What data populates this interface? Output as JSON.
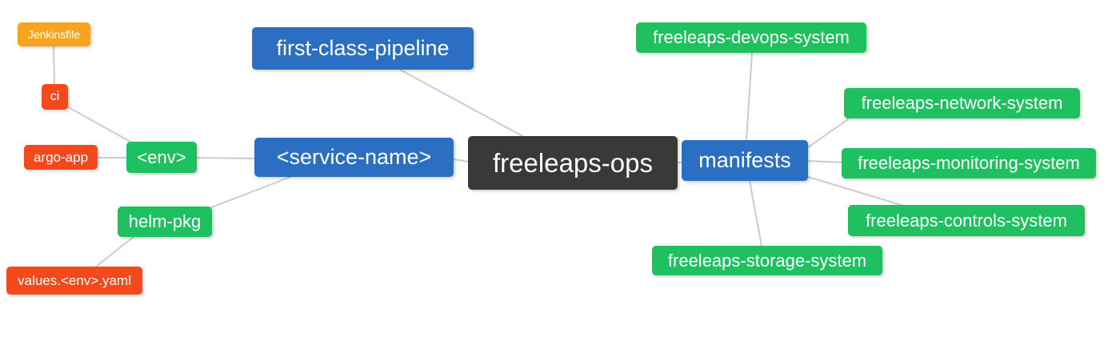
{
  "mindmap": {
    "nodes": {
      "freeleaps_ops": {
        "label": "freeleaps-ops",
        "color": "#3B3838",
        "role": "root"
      },
      "first_class_pipeline": {
        "label": "first-class-pipeline",
        "color": "#2A6FC2",
        "role": "branch"
      },
      "service_name": {
        "label": "<service-name>",
        "color": "#2A6FC2",
        "role": "branch"
      },
      "manifests": {
        "label": "manifests",
        "color": "#2A6FC2",
        "role": "branch"
      },
      "env": {
        "label": "<env>",
        "color": "#1FC05F",
        "role": "leaf"
      },
      "helm_pkg": {
        "label": "helm-pkg",
        "color": "#1FC05F",
        "role": "leaf"
      },
      "ci": {
        "label": "ci",
        "color": "#F4491D",
        "role": "leaf"
      },
      "argo_app": {
        "label": "argo-app",
        "color": "#F4491D",
        "role": "leaf"
      },
      "values_env_yaml": {
        "label": "values.<env>.yaml",
        "color": "#F4491D",
        "role": "leaf"
      },
      "jenkinsfile": {
        "label": "Jenkinsfile",
        "color": "#F7A521",
        "role": "leaf"
      },
      "devops_system": {
        "label": "freeleaps-devops-system",
        "color": "#1FC05F",
        "role": "leaf"
      },
      "network_system": {
        "label": "freeleaps-network-system",
        "color": "#1FC05F",
        "role": "leaf"
      },
      "monitoring_system": {
        "label": "freeleaps-monitoring-system",
        "color": "#1FC05F",
        "role": "leaf"
      },
      "controls_system": {
        "label": "freeleaps-controls-system",
        "color": "#1FC05F",
        "role": "leaf"
      },
      "storage_system": {
        "label": "freeleaps-storage-system",
        "color": "#1FC05F",
        "role": "leaf"
      }
    },
    "connections": [
      {
        "from": "Jenkinsfile",
        "to": "ci"
      },
      {
        "from": "ci",
        "to": "<env>"
      },
      {
        "from": "argo-app",
        "to": "<env>"
      },
      {
        "from": "<env>",
        "to": "<service-name>"
      },
      {
        "from": "helm-pkg",
        "to": "<service-name>"
      },
      {
        "from": "values.<env>.yaml",
        "to": "helm-pkg"
      },
      {
        "from": "<service-name>",
        "to": "freeleaps-ops"
      },
      {
        "from": "first-class-pipeline",
        "to": "freeleaps-ops"
      },
      {
        "from": "freeleaps-ops",
        "to": "manifests"
      },
      {
        "from": "manifests",
        "to": "freeleaps-devops-system"
      },
      {
        "from": "manifests",
        "to": "freeleaps-network-system"
      },
      {
        "from": "manifests",
        "to": "freeleaps-monitoring-system"
      },
      {
        "from": "manifests",
        "to": "freeleaps-controls-system"
      },
      {
        "from": "manifests",
        "to": "freeleaps-storage-system"
      }
    ],
    "palette": {
      "root_bg": "#3B3838",
      "branch_bg": "#2A6FC2",
      "green_bg": "#1FC05F",
      "red_bg": "#F4491D",
      "orange_bg": "#F7A521",
      "edge": "#CCCCCC",
      "text": "#FFFFFF",
      "canvas_bg": "#FFFFFF"
    }
  }
}
